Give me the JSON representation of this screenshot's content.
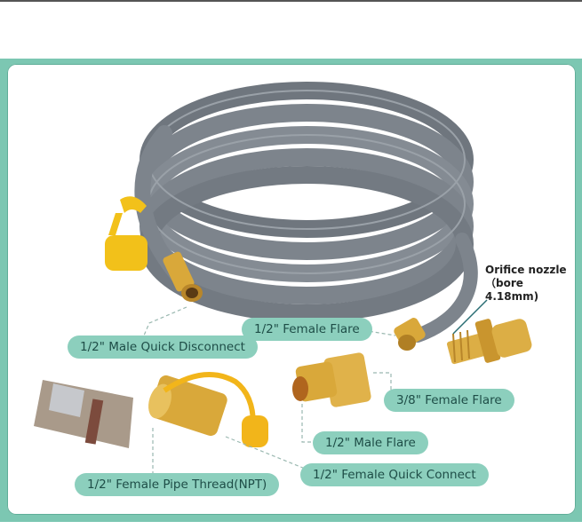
{
  "product": {
    "description": "Natural gas hose coil with quick-connect fittings and adapters",
    "colors": {
      "frame": "#7cc7b2",
      "label_bg": "#8ccfbd",
      "label_text": "#1e4d47",
      "hose": "#7d848c",
      "brass": "#d9a83a",
      "cap": "#f2c11a"
    }
  },
  "labels": {
    "male_quick_disconnect": "1/2\" Male Quick Disconnect",
    "female_flare_half": "1/2\" Female Flare",
    "female_flare_three_eighths": "3/8\" Female Flare",
    "male_flare": "1/2\" Male Flare",
    "female_quick_connect": "1/2\" Female Quick Connect",
    "female_pipe_thread": "1/2\" Female Pipe Thread(NPT)"
  },
  "orifice_note": {
    "line1": "Orifice nozzle",
    "line2": "（bore",
    "line3": "4.18mm)"
  }
}
